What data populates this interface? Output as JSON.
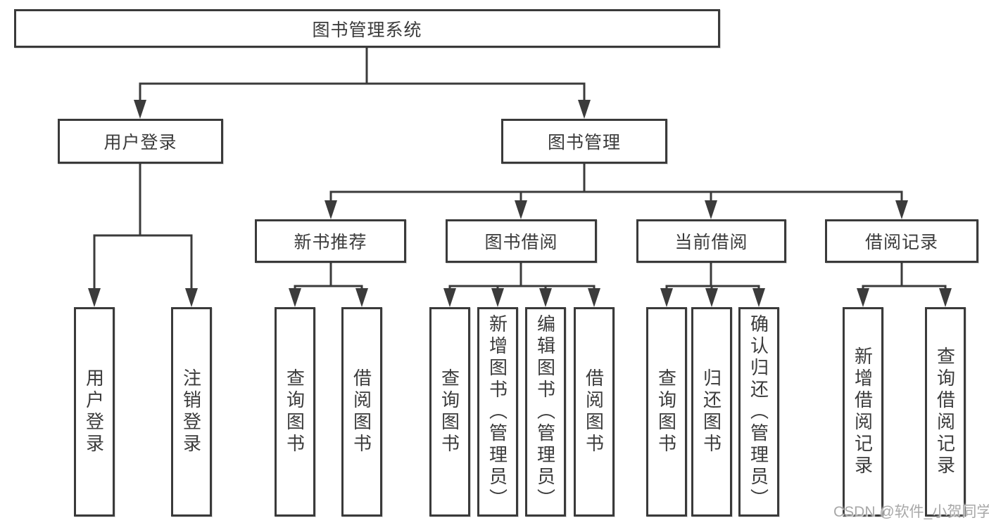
{
  "diagram_title": "图书管理系统",
  "watermark": "CSDN @软件_小贺同学",
  "colors": {
    "line": "#3b3b3b",
    "box_border": "#3a3a3a",
    "text": "#3b3b3b",
    "watermark": "#a8a8a8",
    "background": "#ffffff"
  },
  "tree": {
    "label": "图书管理系统",
    "children": [
      {
        "label": "用户登录",
        "children": [
          {
            "label": "用户登录"
          },
          {
            "label": "注销登录"
          }
        ]
      },
      {
        "label": "图书管理",
        "children": [
          {
            "label": "新书推荐",
            "children": [
              {
                "label": "查询图书"
              },
              {
                "label": "借阅图书"
              }
            ]
          },
          {
            "label": "图书借阅",
            "children": [
              {
                "label": "查询图书"
              },
              {
                "label": "新增图书（管理员）"
              },
              {
                "label": "编辑图书（管理员）"
              },
              {
                "label": "借阅图书"
              }
            ]
          },
          {
            "label": "当前借阅",
            "children": [
              {
                "label": "查询图书"
              },
              {
                "label": "归还图书"
              },
              {
                "label": "确认归还（管理员）"
              }
            ]
          },
          {
            "label": "借阅记录",
            "children": [
              {
                "label": "新增借阅记录"
              },
              {
                "label": "查询借阅记录"
              }
            ]
          }
        ]
      }
    ]
  }
}
